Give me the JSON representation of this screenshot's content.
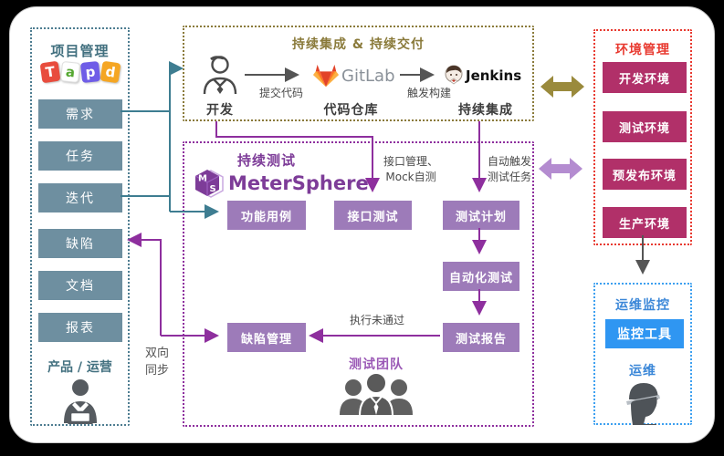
{
  "project": {
    "title": "项目管理",
    "tapd_letters": [
      "T",
      "a",
      "p",
      "d"
    ],
    "items": [
      "需求",
      "任务",
      "迭代",
      "缺陷",
      "文档",
      "报表"
    ],
    "footer": "产品 / 运营"
  },
  "cicd": {
    "title": "持续集成 & 持续交付",
    "dev": "开发",
    "commit": "提交代码",
    "gitlab": "GitLab",
    "repo": "代码仓库",
    "trigger": "触发构建",
    "jenkins": "Jenkins",
    "ci": "持续集成"
  },
  "testing": {
    "title": "持续测试",
    "logo": "MeterSphere",
    "logo_ms": "MS",
    "boxes": {
      "functional": "功能用例",
      "api": "接口测试",
      "plan": "测试计划",
      "auto": "自动化测试",
      "report": "测试报告",
      "defect": "缺陷管理"
    },
    "api_note_line1": "接口管理、",
    "api_note_line2": "Mock自测",
    "trigger_note_line1": "自动触发",
    "trigger_note_line2": "测试任务",
    "fail_note": "执行未通过",
    "team": "测试团队"
  },
  "env": {
    "title": "环境管理",
    "items": [
      "开发环境",
      "测试环境",
      "预发布环境",
      "生产环境"
    ]
  },
  "ops": {
    "title": "运维监控",
    "tool": "监控工具",
    "role": "运维"
  },
  "sync": {
    "line1": "双向",
    "line2": "同步"
  },
  "colors": {
    "slate_title": "#42707f",
    "slate_box": "#6e8fa0",
    "slate_border": "#4e7d91",
    "olive": "#8a7a3a",
    "purple_title": "#7d3c98",
    "purple_border": "#8e2f9e",
    "purple_box": "#9d7bb9",
    "magenta_box": "#b13069",
    "red": "#e8392f",
    "blue_box": "#2f96f2",
    "blue_title": "#3b87d8",
    "arrow_teal": "#3e7d91",
    "arrow_purple": "#8e2f9e",
    "arrow_gray": "#555555",
    "olive_arrow": "#9a8a3c",
    "light_purple_arrow": "#b48cd0",
    "tapd_red": "#e84c3d",
    "tapd_green": "#56a832",
    "tapd_blue": "#6f5de7",
    "tapd_orange": "#f5a623"
  }
}
